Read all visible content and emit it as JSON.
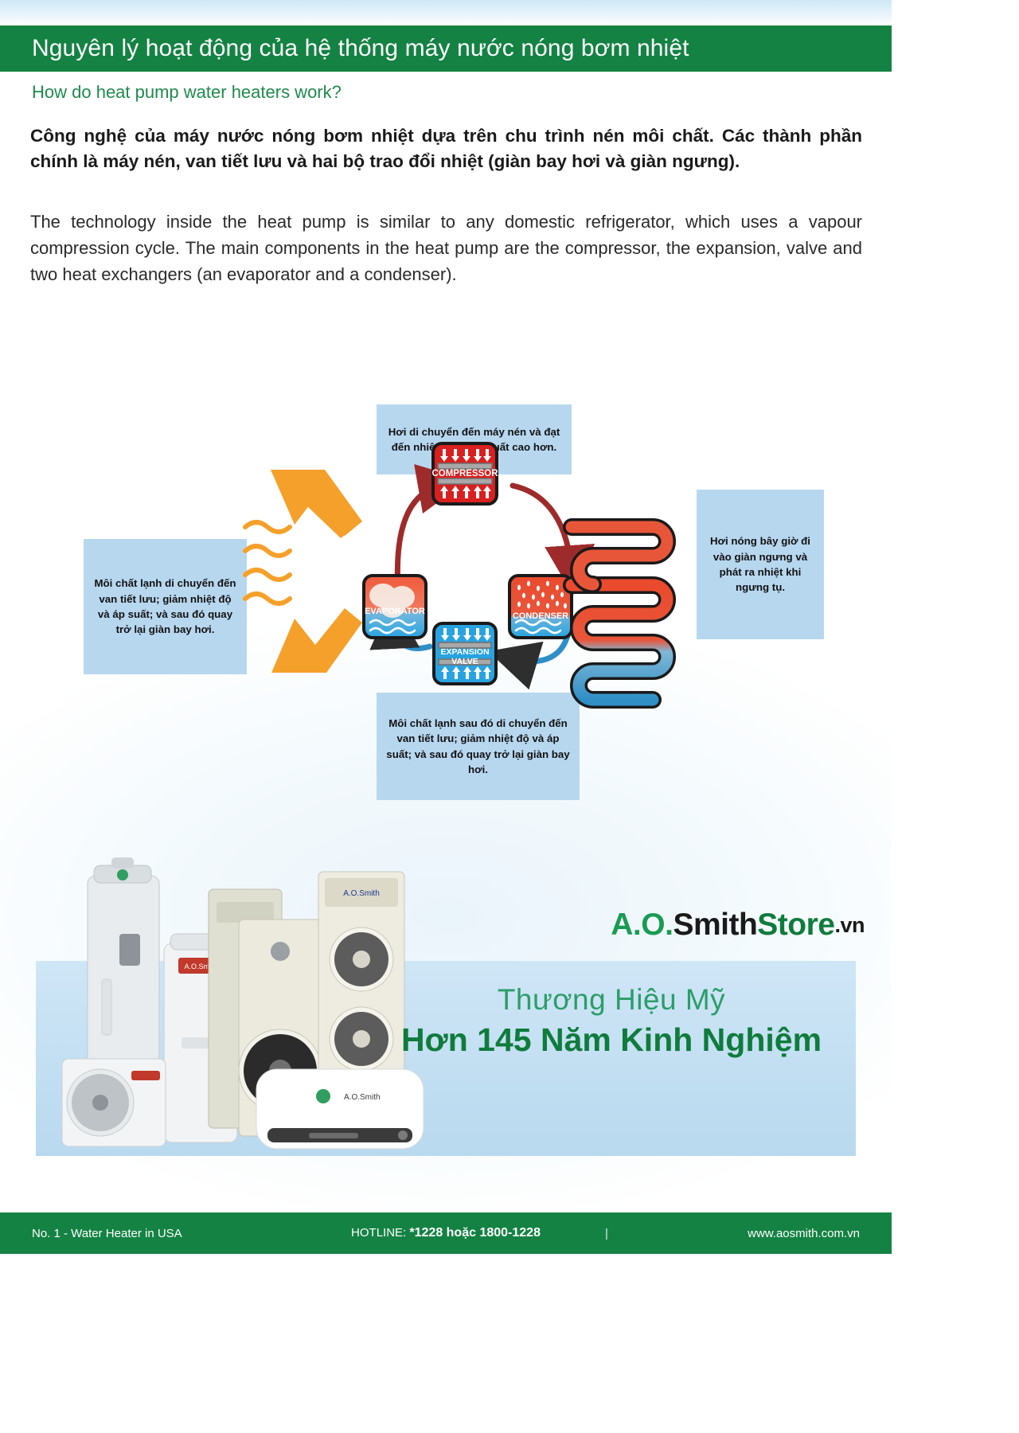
{
  "header": {
    "title": "Nguyên lý hoạt động của hệ thống máy nước nóng bơm nhiệt",
    "subtitle": "How do heat pump water heaters work?",
    "bar_color": "#148243",
    "subtitle_color": "#1f8a4c"
  },
  "body": {
    "paragraph_vi": "Công nghệ của máy nước nóng bơm nhiệt dựa trên chu trình nén môi chất. Các thành phần chính là máy nén, van tiết lưu và hai bộ trao đổi nhiệt (giàn bay hơi và giàn ngưng).",
    "paragraph_en": "The technology inside the heat pump is similar to any domestic refrigerator, which uses a vapour compression cycle. The main components in the heat pump are the compressor, the expansion, valve and two heat exchangers (an evaporator and a condenser)."
  },
  "diagram": {
    "callout_top": "Hơi di chuyển đến máy nén và đạt đến nhiệt độ và áp suất cao hơn.",
    "callout_left": "Môi chất lạnh di chuyển đến van tiết lưu; giảm nhiệt độ và áp suất; và sau đó quay trở lại giàn bay hơi.",
    "callout_right": "Hơi nóng bây giờ đi vào giàn ngưng và phát ra nhiệt khi ngưng tụ.",
    "callout_bottom": "Môi chất lạnh sau đó di chuyển đến van tiết lưu; giảm nhiệt độ và áp suất; và sau đó quay trở lại giàn bay hơi.",
    "callout_bg": "#b7d7ef",
    "components": {
      "compressor": "COMPRESSOR",
      "evaporator": "EVAPORATOR",
      "condenser": "CONDENSER",
      "expansion_valve_line1": "EXPANSION",
      "expansion_valve_line2": "VALVE"
    },
    "colors": {
      "hot": "#e8402a",
      "compressor": "#d91f1f",
      "cold": "#29a3e0",
      "arrow_orange": "#f5a02a",
      "cycle_arrow": "#9e2b2b",
      "cycle_arrow_cold": "#2e8fc6"
    }
  },
  "logo": {
    "ao": "A.O.",
    "smith": "Smith",
    "store": "Store",
    "vn": ".vn"
  },
  "promo": {
    "line1": "Thương Hiệu Mỹ",
    "line2": "Hơn 145 Năm Kinh Nghiệm"
  },
  "footer": {
    "left": "No. 1 - Water Heater in USA",
    "hotline_label": "HOTLINE: ",
    "hotline_value": "*1228 hoặc 1800-1228",
    "separator": "|",
    "website": "www.aosmith.com.vn"
  }
}
